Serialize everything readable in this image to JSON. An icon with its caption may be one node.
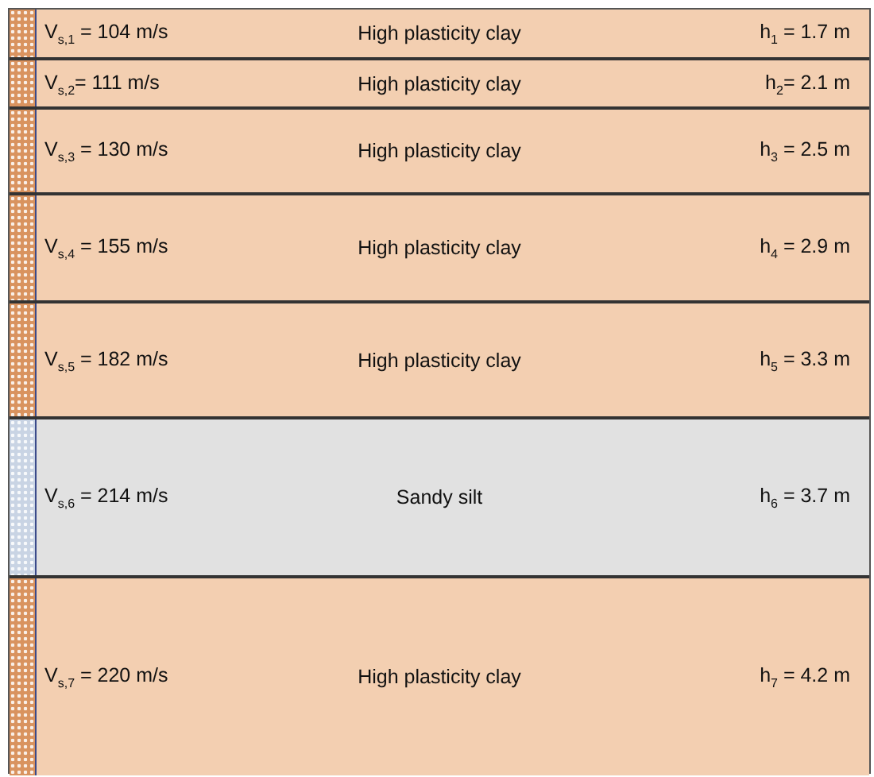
{
  "diagram": {
    "nodes": [
      {
        "text": [
          "V$_{s,1}$ = 104 m/s",
          "High plasticity clay",
          "h$_{1}$ = 1.7 m"
        ]
      },
      {
        "text": [
          "V$_{s,2}$= 111 m/s",
          "High plasticity clay",
          "h$_{2}$= 2.1 m"
        ]
      },
      {
        "text": [
          "V$_{s,3}$ = 130 m/s",
          "High plasticity clay",
          "h$_{3}$ = 2.5 m"
        ]
      },
      {
        "text": [
          "V$_{s,4}$ = 155 m/s",
          "High plasticity clay",
          "h$_{4}$ = 2.9 m"
        ]
      },
      {
        "text": [
          "V$_{s,5}$ = 182 m/s",
          "High plasticity clay",
          "h$_{5}$ = 3.3 m"
        ]
      },
      {
        "text": [
          "V$_{s,6}$ = 214 m/s",
          "Sandy silt",
          "h$_{6}$ = 3.7 m"
        ]
      },
      {
        "text": [
          "V$_{s,7}$ = 220 m/s",
          "High plasticity clay",
          "h$_{7}$ = 4.2 m"
        ]
      }
    ]
  }
}
